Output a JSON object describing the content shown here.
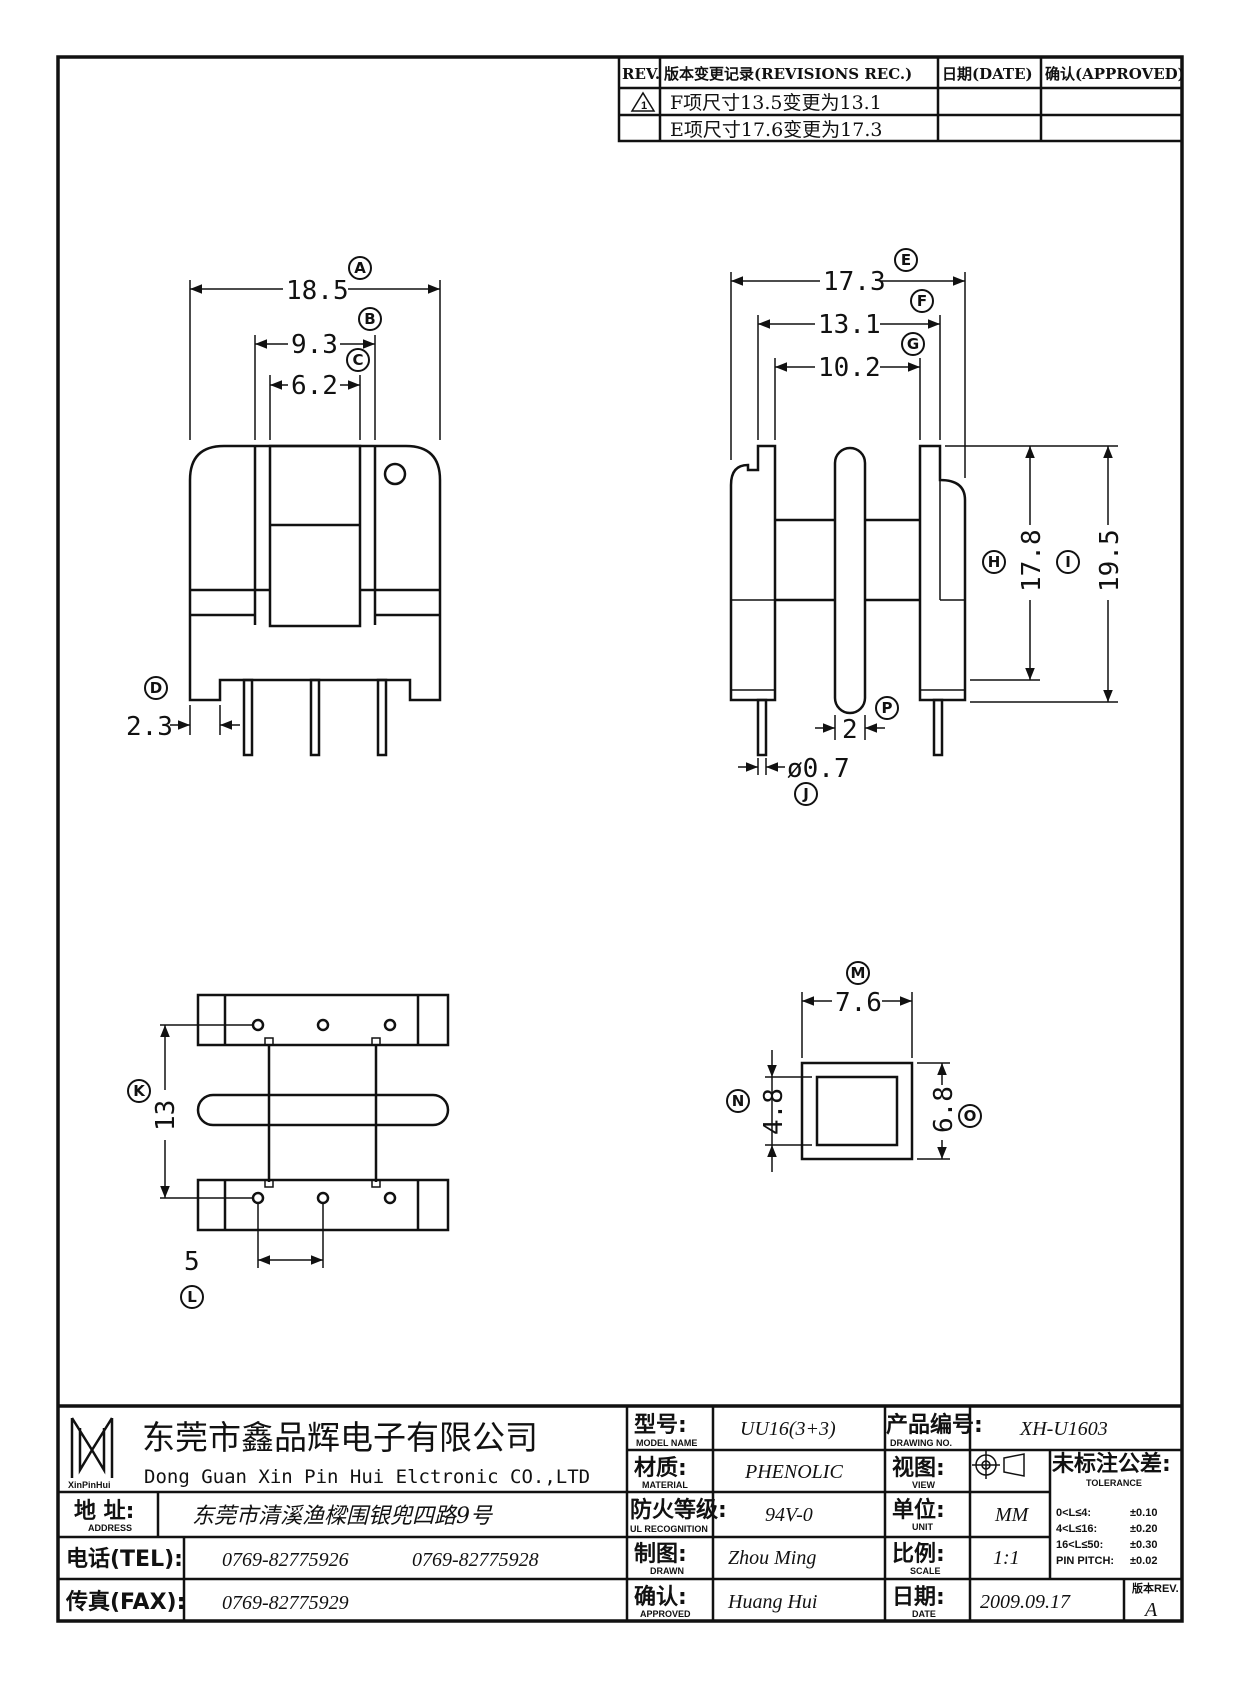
{
  "revisions": {
    "headers": {
      "rev": "REV.",
      "record": "版本变更记录(REVISIONS REC.)",
      "date": "日期(DATE)",
      "approved": "确认(APPROVED)"
    },
    "rows": [
      {
        "rev": "1",
        "record": "F项尺寸13.5变更为13.1"
      },
      {
        "rev": "",
        "record": "E项尺寸17.6变更为17.3"
      }
    ]
  },
  "dimensions": {
    "A": {
      "letter": "A",
      "value": "18.5"
    },
    "B": {
      "letter": "B",
      "value": "9.3"
    },
    "C": {
      "letter": "C",
      "value": "6.2"
    },
    "D": {
      "letter": "D",
      "value": "2.3"
    },
    "E": {
      "letter": "E",
      "value": "17.3"
    },
    "F": {
      "letter": "F",
      "value": "13.1"
    },
    "G": {
      "letter": "G",
      "value": "10.2"
    },
    "H": {
      "letter": "H",
      "value": "17.8"
    },
    "I": {
      "letter": "I",
      "value": "19.5"
    },
    "J": {
      "letter": "J",
      "value": "ø0.7"
    },
    "K": {
      "letter": "K",
      "value": "13"
    },
    "L": {
      "letter": "L",
      "value": "5"
    },
    "M": {
      "letter": "M",
      "value": "7.6"
    },
    "N": {
      "letter": "N",
      "value": "4.8"
    },
    "O": {
      "letter": "O",
      "value": "6.8"
    },
    "P": {
      "letter": "P",
      "value": "2"
    }
  },
  "title_block": {
    "company_cn": "东莞市鑫品辉电子有限公司",
    "company_en": "Dong Guan Xin Pin Hui Elctronic CO.,LTD",
    "logo_text": "XinPinHui",
    "address_label": "地 址:",
    "address_sub": "ADDRESS",
    "address_value": "东莞市清溪渔樑围银兜四路9号",
    "tel_label": "电话(TEL):",
    "tel_1": "0769-82775926",
    "tel_2": "0769-82775928",
    "fax_label": "传真(FAX):",
    "fax_value": "0769-82775929",
    "model_label": "型号:",
    "model_sub": "MODEL NAME",
    "model_value": "UU16(3+3)",
    "material_label": "材质:",
    "material_sub": "MATERIAL",
    "material_value": "PHENOLIC",
    "flame_label": "防火等级:",
    "flame_sub": "UL RECOGNITION",
    "flame_value": "94V-0",
    "drawn_label": "制图:",
    "drawn_sub": "DRAWN",
    "drawn_value": "Zhou Ming",
    "approved_label": "确认:",
    "approved_sub": "APPROVED",
    "approved_value": "Huang Hui",
    "drawing_no_label": "产品编号:",
    "drawing_no_sub": "DRAWING NO.",
    "drawing_no_value": "XH-U1603",
    "view_label": "视图:",
    "view_sub": "VIEW",
    "unit_label": "单位:",
    "unit_sub": "UNIT",
    "unit_value": "MM",
    "scale_label": "比例:",
    "scale_sub": "SCALE",
    "scale_value": "1:1",
    "date_label": "日期:",
    "date_sub": "DATE",
    "date_value": "2009.09.17",
    "tolerance_label": "未标注公差:",
    "tolerance_sub": "TOLERANCE",
    "tolerances": [
      {
        "range": "0<L≤4:",
        "value": "±0.10"
      },
      {
        "range": "4<L≤16:",
        "value": "±0.20"
      },
      {
        "range": "16<L≤50:",
        "value": "±0.30"
      },
      {
        "range": "PIN PITCH:",
        "value": "±0.02"
      }
    ],
    "version_label": "版本REV.",
    "version_value": "A"
  }
}
